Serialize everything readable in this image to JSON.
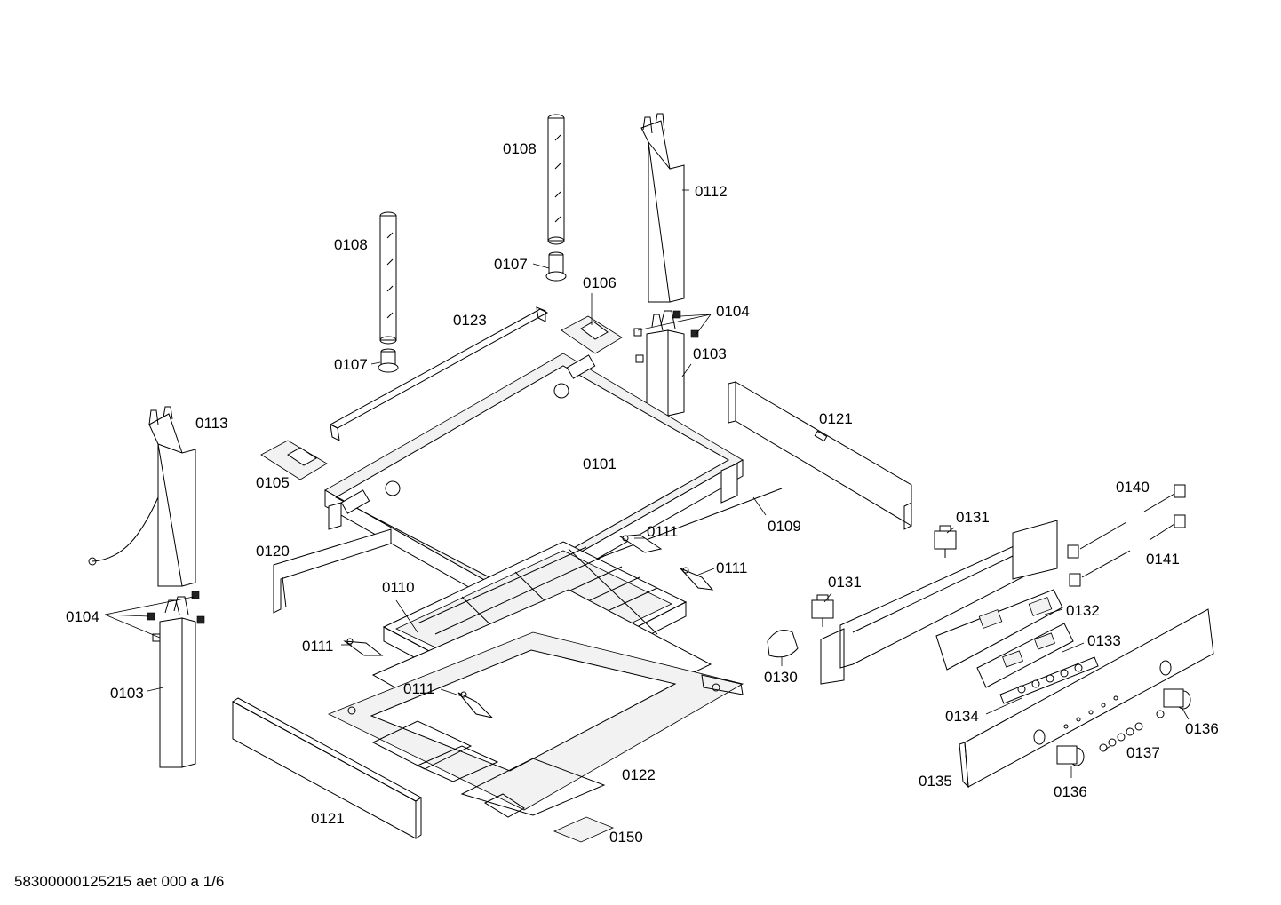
{
  "diagram": {
    "labels": {
      "p0101": "0101",
      "p0103a": "0103",
      "p0103b": "0103",
      "p0104a": "0104",
      "p0104b": "0104",
      "p0105": "0105",
      "p0106": "0106",
      "p0107a": "0107",
      "p0107b": "0107",
      "p0108a": "0108",
      "p0108b": "0108",
      "p0109": "0109",
      "p0110": "0110",
      "p0111a": "0111",
      "p0111b": "0111",
      "p0111c": "0111",
      "p0111d": "0111",
      "p0112": "0112",
      "p0113": "0113",
      "p0120": "0120",
      "p0121a": "0121",
      "p0121b": "0121",
      "p0122": "0122",
      "p0123": "0123",
      "p0130": "0130",
      "p0131a": "0131",
      "p0131b": "0131",
      "p0132": "0132",
      "p0133": "0133",
      "p0134": "0134",
      "p0135": "0135",
      "p0136a": "0136",
      "p0136b": "0136",
      "p0137": "0137",
      "p0140": "0140",
      "p0141": "0141",
      "p0150": "0150"
    },
    "footer": "58300000125215 aet 000 a 1/6"
  }
}
